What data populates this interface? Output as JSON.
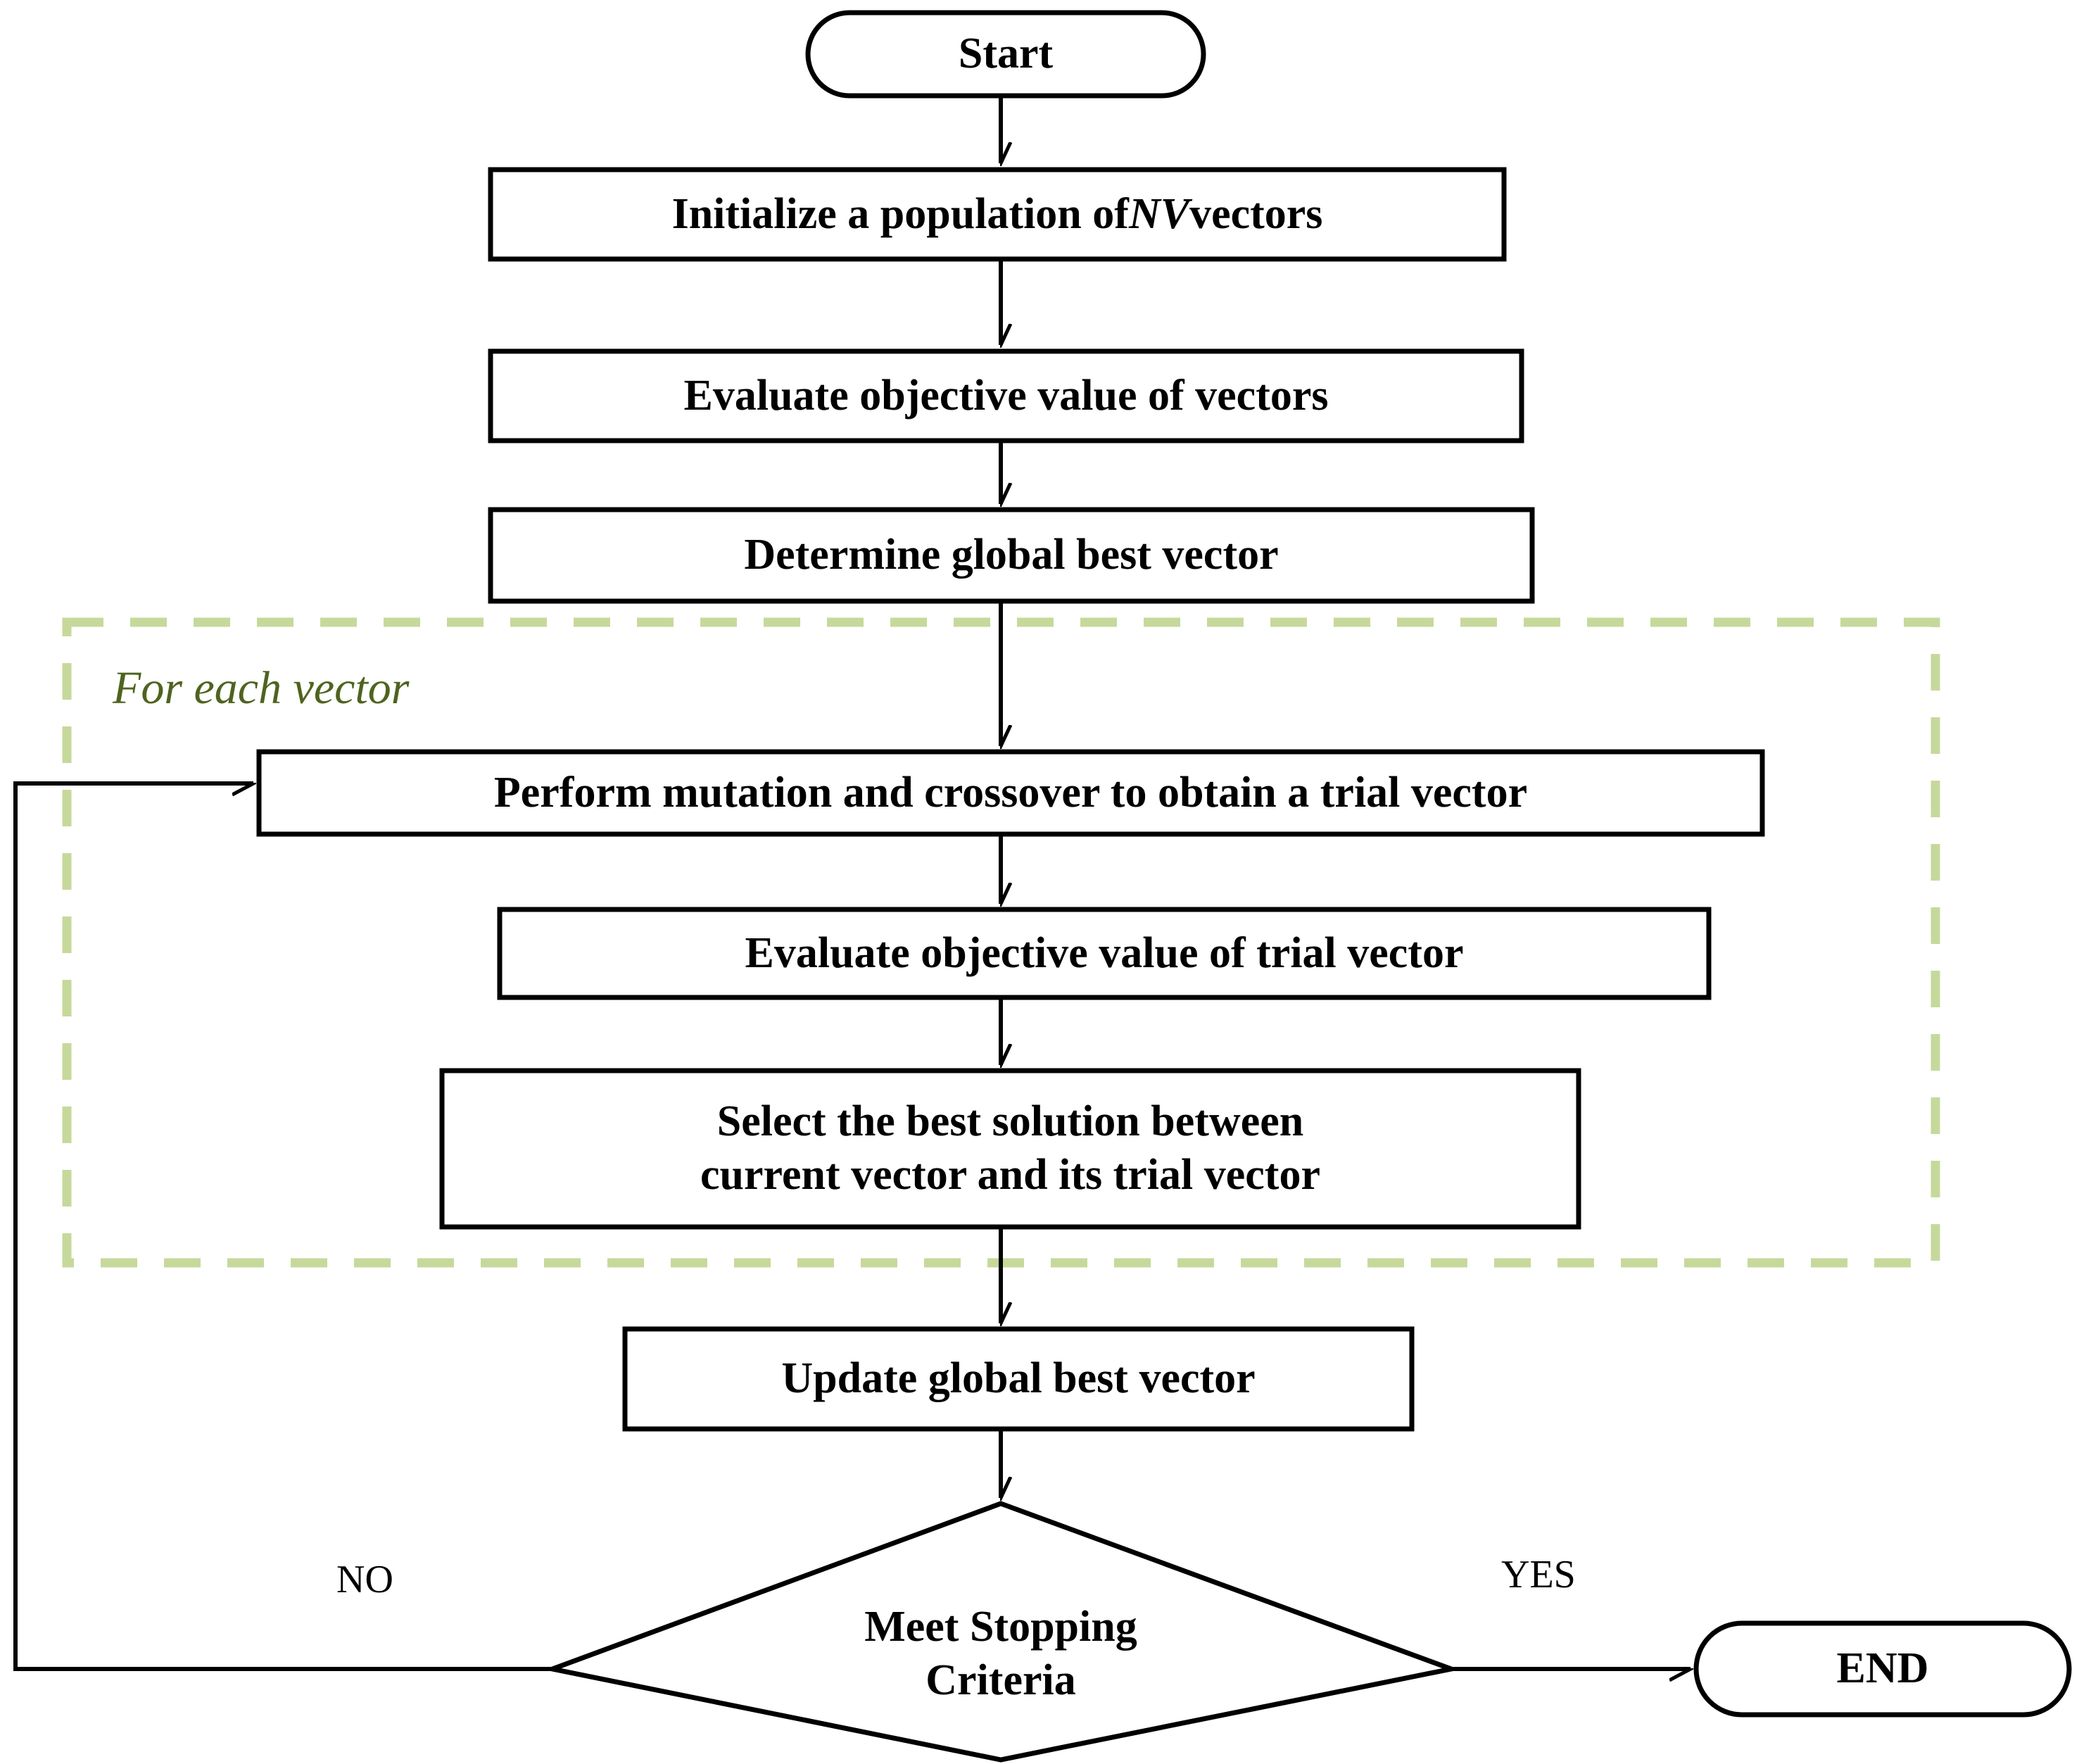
{
  "diagram": {
    "type": "flowchart",
    "title": "Differential Evolution algorithm flowchart",
    "colors": {
      "stroke": "#000000",
      "background": "#ffffff",
      "group_border": "#c6d99b",
      "group_label_text": "#4f631f"
    },
    "group": {
      "label": "For each vector",
      "border_style": "dashed"
    },
    "nodes": [
      {
        "id": "start",
        "shape": "stadium",
        "label": "Start"
      },
      {
        "id": "init",
        "shape": "rect",
        "label_pre": "Initialize a population of ",
        "label_em": "NV",
        "label_post": " vectors"
      },
      {
        "id": "evalpop",
        "shape": "rect",
        "label": "Evaluate objective value of vectors"
      },
      {
        "id": "determine",
        "shape": "rect",
        "label": "Determine global best vector"
      },
      {
        "id": "mutate",
        "shape": "rect",
        "label": "Perform mutation and crossover to obtain a trial vector"
      },
      {
        "id": "evaltrial",
        "shape": "rect",
        "label": "Evaluate objective value of trial vector"
      },
      {
        "id": "select",
        "shape": "rect",
        "label": "Select the best solution between\ncurrent vector and its trial vector"
      },
      {
        "id": "update",
        "shape": "rect",
        "label": "Update global best vector"
      },
      {
        "id": "decision",
        "shape": "diamond",
        "label": "Meet Stopping\nCriteria"
      },
      {
        "id": "end",
        "shape": "stadium",
        "label": "END"
      }
    ],
    "edge_labels": {
      "no": "NO",
      "yes": "YES"
    },
    "edges": [
      {
        "from": "start",
        "to": "init",
        "label": ""
      },
      {
        "from": "init",
        "to": "evalpop",
        "label": ""
      },
      {
        "from": "evalpop",
        "to": "determine",
        "label": ""
      },
      {
        "from": "determine",
        "to": "mutate",
        "label": ""
      },
      {
        "from": "mutate",
        "to": "evaltrial",
        "label": ""
      },
      {
        "from": "evaltrial",
        "to": "select",
        "label": ""
      },
      {
        "from": "select",
        "to": "update",
        "label": ""
      },
      {
        "from": "update",
        "to": "decision",
        "label": ""
      },
      {
        "from": "decision",
        "to": "mutate",
        "label": "NO"
      },
      {
        "from": "decision",
        "to": "end",
        "label": "YES"
      }
    ]
  }
}
